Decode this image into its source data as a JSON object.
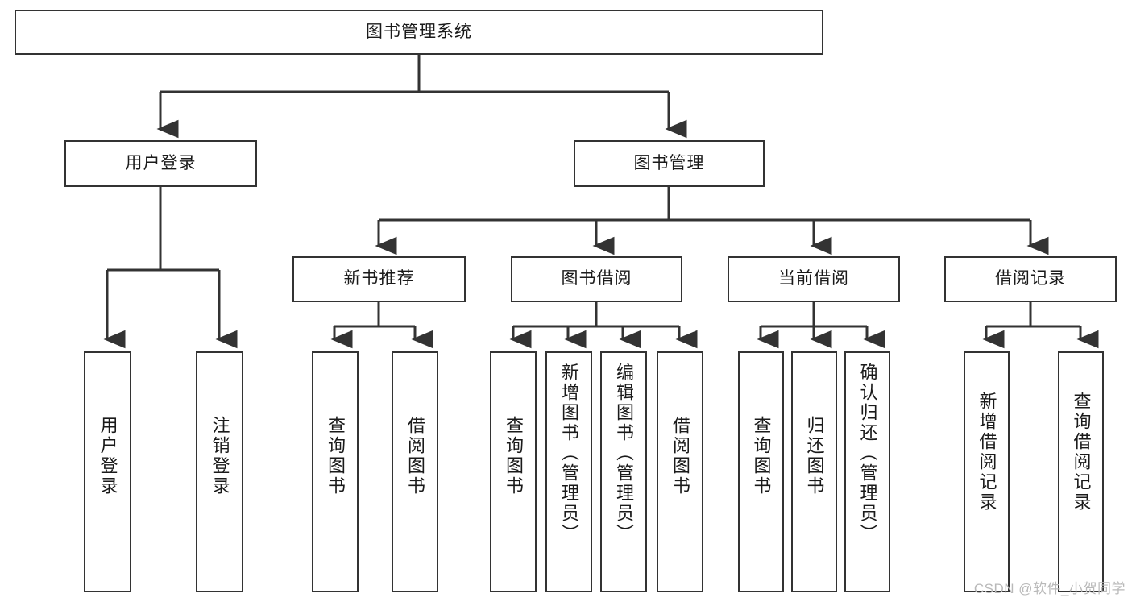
{
  "diagram": {
    "type": "tree-hierarchy-chart",
    "title": "图书管理系统",
    "background_color": "#ffffff",
    "line_color": "#333333",
    "text_color": "#1a1a1a",
    "nodes": {
      "root": {
        "label": "图书管理系统"
      },
      "level2": [
        {
          "id": "user-login",
          "label": "用户登录"
        },
        {
          "id": "book-manage",
          "label": "图书管理"
        }
      ],
      "level3": [
        {
          "id": "new-book-recommend",
          "label": "新书推荐"
        },
        {
          "id": "book-borrow",
          "label": "图书借阅"
        },
        {
          "id": "current-borrow",
          "label": "当前借阅"
        },
        {
          "id": "borrow-record",
          "label": "借阅记录"
        }
      ],
      "leaves": {
        "user_login": [
          {
            "id": "leaf-user-login",
            "label": "用户登录"
          },
          {
            "id": "leaf-logout-login",
            "label": "注销登录"
          }
        ],
        "new_book_recommend": [
          {
            "id": "leaf-query-book-1",
            "label": "查询图书"
          },
          {
            "id": "leaf-borrow-book-1",
            "label": "借阅图书"
          }
        ],
        "book_borrow": [
          {
            "id": "leaf-query-book-2",
            "label": "查询图书"
          },
          {
            "id": "leaf-add-book",
            "label": "新增图书（管理员）"
          },
          {
            "id": "leaf-edit-book",
            "label": "编辑图书（管理员）"
          },
          {
            "id": "leaf-borrow-book-2",
            "label": "借阅图书"
          }
        ],
        "current_borrow": [
          {
            "id": "leaf-query-book-3",
            "label": "查询图书"
          },
          {
            "id": "leaf-return-book",
            "label": "归还图书"
          },
          {
            "id": "leaf-confirm-return",
            "label": "确认归还（管理员）"
          }
        ],
        "borrow_record": [
          {
            "id": "leaf-add-record",
            "label": "新增借阅记录"
          },
          {
            "id": "leaf-query-record",
            "label": "查询借阅记录"
          }
        ]
      }
    }
  },
  "watermark": {
    "text": "CSDN @软件_小贺同学"
  }
}
